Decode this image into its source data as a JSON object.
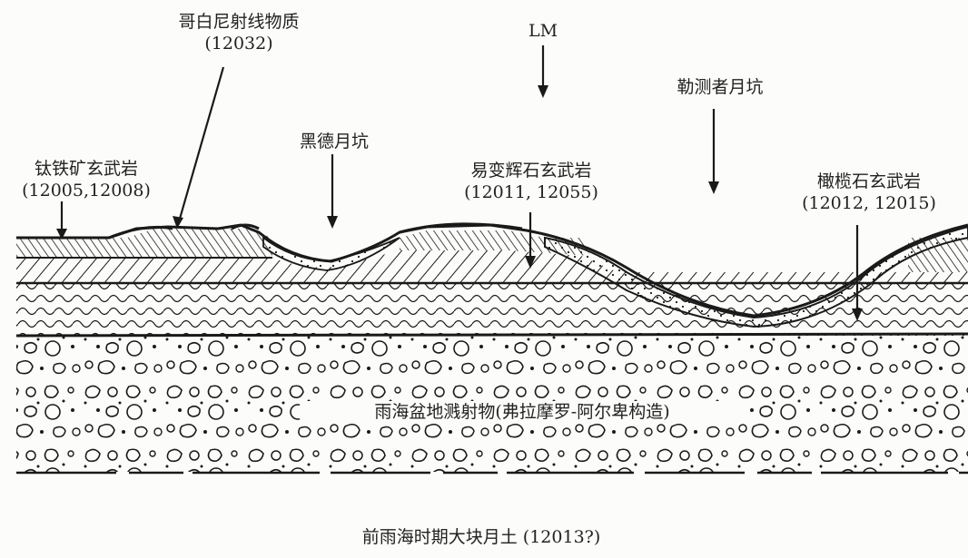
{
  "diagram": {
    "labels": {
      "copernicus": {
        "name": "哥白尼射线物质",
        "sample": "(12032)"
      },
      "lm": {
        "name": "LM"
      },
      "surveyor": {
        "name": "勒测者月坑"
      },
      "ilmenite": {
        "name": "钛铁矿玄武岩",
        "sample": "(12005,12008)"
      },
      "head_crater": {
        "name": "黑德月坑"
      },
      "pigeonite": {
        "name": "易变辉石玄武岩",
        "sample": "(12011, 12055)"
      },
      "olivine": {
        "name": "橄榄石玄武岩",
        "sample": "(12012, 12015)"
      },
      "imbrium": {
        "name": "雨海盆地溅射物(弗拉摩罗-阿尔卑构造)"
      },
      "pre_imbrian": {
        "name": "前雨海时期大块月土",
        "sample": "(12013?)"
      }
    },
    "colors": {
      "ink": "#1a1a1a",
      "paper": "#fcfcfa"
    }
  }
}
